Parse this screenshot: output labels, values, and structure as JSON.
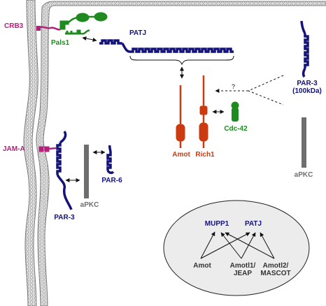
{
  "colors": {
    "membrane_fill": "#d9d9d9",
    "membrane_edge": "#7a7a7a",
    "crb_jam": "#b5207a",
    "pals_cdc42": "#1f8a1f",
    "par_patj": "#13137a",
    "amot_rich": "#cc3a10",
    "apkc_bar": "#6e6e6e",
    "ellipse_fill": "#ececec"
  },
  "labels": {
    "crb3": "CRB3",
    "pals1": "Pals1",
    "patj": "PATJ",
    "jam_a": "JAM-A",
    "par3_bottom": "PAR-3",
    "par6": "PAR-6",
    "apkc_left": "aPKC",
    "amot": "Amot",
    "rich1": "Rich1",
    "cdc42": "Cdc-42",
    "par3_right_line1": "PAR-3",
    "par3_right_line2": "(100kDa)",
    "apkc_right": "aPKC",
    "question": "?"
  },
  "ellipse": {
    "mupp1": "MUPP1",
    "patj": "PATJ",
    "amot": "Amot",
    "amotl1_line1": "Amotl1/",
    "amotl1_line2": "JEAP",
    "amotl2_line1": "Amotl2/",
    "amotl2_line2": "MASCOT"
  },
  "icons": {
    "pdz_domain": "notched-domain-icon",
    "arrow": "double-headed-arrow"
  }
}
